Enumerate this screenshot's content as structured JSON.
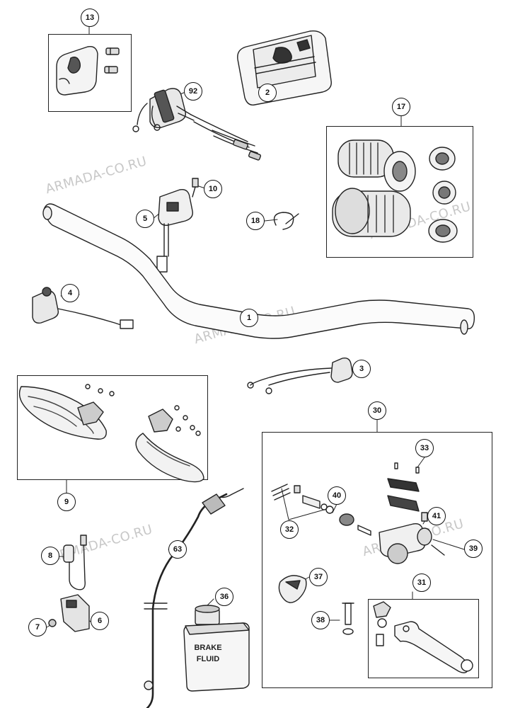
{
  "watermark": "ARMADA-CO.RU",
  "bottle": {
    "line1": "BRAKE",
    "line2": "FLUID"
  },
  "parts": {
    "handlebar": "1",
    "bar_pad": "2",
    "kill_switch": "3",
    "start_switch": "4",
    "combination_switch": "5",
    "clutch_switch": "6",
    "switch_screw": "7",
    "switch_plug": "8",
    "handguard_kit": "9",
    "switch_screw_small": "10",
    "clamp_kit": "13",
    "grip_set": "17",
    "cable_tie": "18",
    "brake_fluid": "36",
    "hand_brake_cylinder": "30",
    "lever_kit": "31",
    "pivot_screw_kit": "32",
    "cover_kit": "33",
    "bellows": "37",
    "pivot_bolt": "38",
    "brake_cylinder_body": "39",
    "piston_kit": "40",
    "banjo_bolt": "41",
    "brake_line": "63",
    "throttle_grip": "92"
  }
}
